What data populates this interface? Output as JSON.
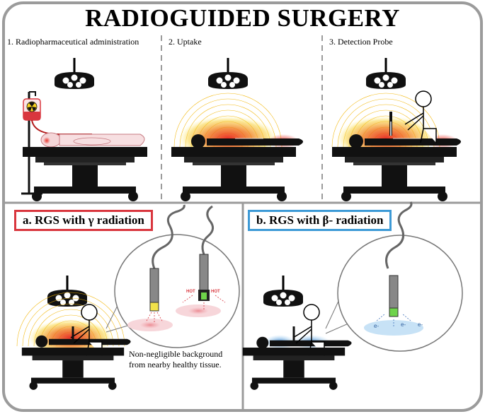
{
  "title": "RADIOGUIDED SURGERY",
  "steps": [
    {
      "label": "1. Radiopharmaceutical administration"
    },
    {
      "label": "2. Uptake"
    },
    {
      "label": "3. Detection Probe"
    }
  ],
  "panels": {
    "gamma": {
      "label": "a. RGS with γ radiation",
      "note_line1": "Non-negligible background",
      "note_line2": "from nearby healthy tissue.",
      "hot_label": "HOT"
    },
    "beta": {
      "label": "b. RGS with β- radiation",
      "electron_label": "e-"
    }
  },
  "colors": {
    "frame": "#9b9b9b",
    "gamma_border": "#d9363e",
    "beta_border": "#3d9ad6",
    "uptake": "#e8261c",
    "beta_glow": "#6fb4e6",
    "probe_tip_gamma": "#f2e24a",
    "probe_tip_beta": "#6ed34a"
  }
}
